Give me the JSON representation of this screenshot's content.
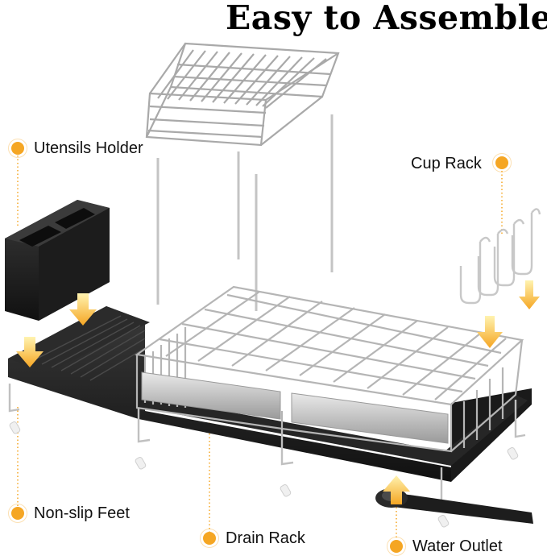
{
  "title": "Easy to Assemble",
  "labels": {
    "utensils_holder": "Utensils Holder",
    "cup_rack": "Cup Rack",
    "non_slip_feet": "Non-slip Feet",
    "drain_rack": "Drain Rack",
    "water_outlet": "Water Outlet"
  },
  "colors": {
    "accent": "#F5A623",
    "product_black": "#1c1c1c",
    "wire": "#b9b9b9"
  }
}
